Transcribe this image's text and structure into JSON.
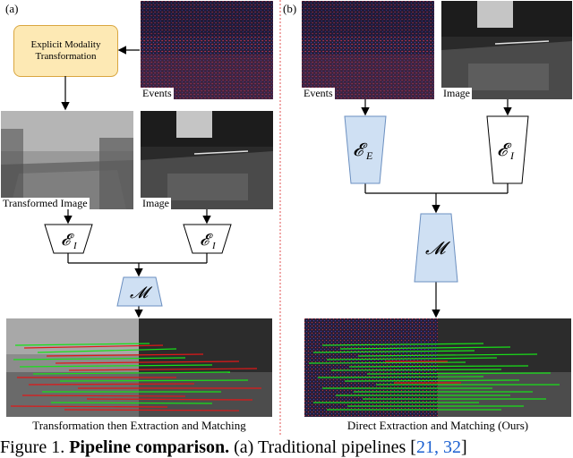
{
  "panels": {
    "a": {
      "label": "(a)",
      "transform_box": "Explicit Modality Transformation",
      "images": {
        "events": "Events",
        "transformed": "Transformed Image",
        "image": "Image"
      },
      "encoder_left": "𝓔",
      "encoder_left_sub": "I",
      "encoder_right": "𝓔",
      "encoder_right_sub": "I",
      "matcher": "𝓜",
      "caption": "Transformation then Extraction and Matching"
    },
    "b": {
      "label": "(b)",
      "images": {
        "events": "Events",
        "image": "Image"
      },
      "encoder_left": "𝓔",
      "encoder_left_sub": "E",
      "encoder_right": "𝓔",
      "encoder_right_sub": "I",
      "matcher": "𝓜",
      "caption": "Direct Extraction and Matching (Ours)"
    }
  },
  "figure_caption": {
    "prefix": "Figure 1. ",
    "bold": "Pipeline comparison.",
    "rest": " (a) Traditional pipelines [",
    "cite": "21, 32",
    "end": "]"
  },
  "colors": {
    "trapezoid_fill": "#cfe0f3",
    "trapezoid_stroke": "#6b8fc0",
    "yellow_fill": "#fde9b4",
    "separator": "#e05050",
    "match_green": "#18e018",
    "match_red": "#e01818"
  }
}
